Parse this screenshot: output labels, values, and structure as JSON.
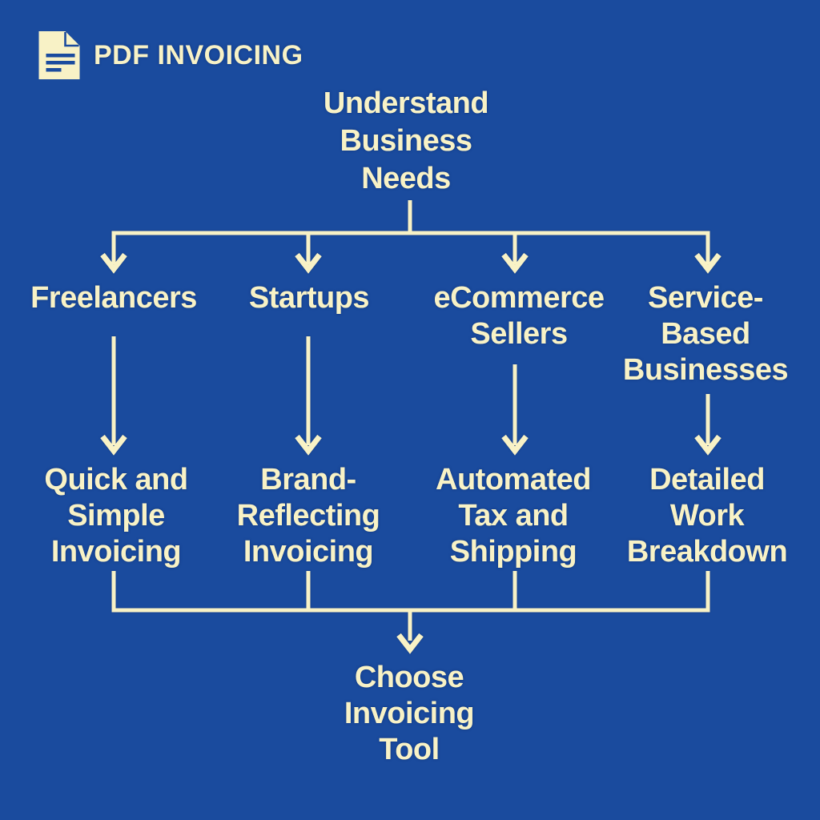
{
  "header": {
    "title": "PDF INVOICING",
    "icon": "document-icon"
  },
  "colors": {
    "background": "#1a4b9e",
    "foreground": "#f8f2c6"
  },
  "flowchart": {
    "root": "Understand\nBusiness\nNeeds",
    "branches": [
      {
        "audience": "Freelancers",
        "need": "Quick and\nSimple\nInvoicing"
      },
      {
        "audience": "Startups",
        "need": "Brand-\nReflecting\nInvoicing"
      },
      {
        "audience": "eCommerce\nSellers",
        "need": "Automated\nTax and\nShipping"
      },
      {
        "audience": "Service-\nBased\nBusinesses",
        "need": "Detailed\nWork\nBreakdown"
      }
    ],
    "result": "Choose\nInvoicing\nTool"
  }
}
